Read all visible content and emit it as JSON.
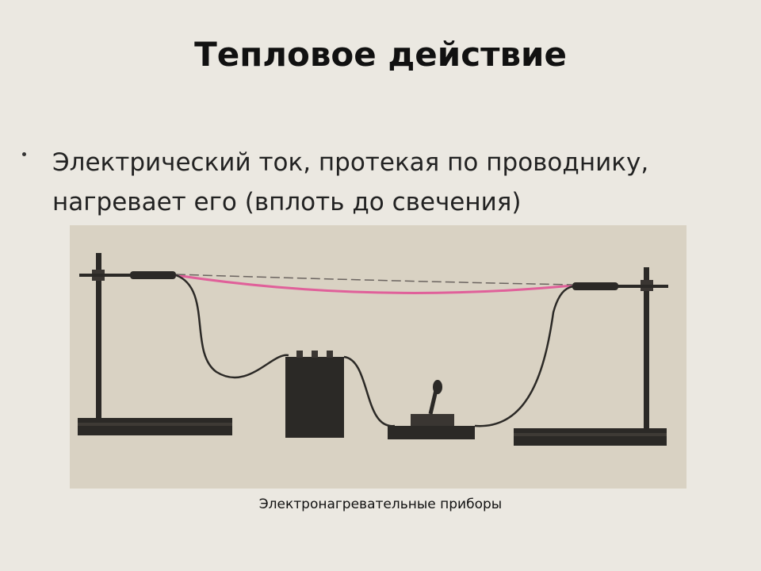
{
  "slide": {
    "title": "Тепловое действие",
    "bullets": [
      "Электрический ток, протекая по проводнику, нагревает его (вплоть до свечения)"
    ]
  },
  "figure": {
    "caption": "Электронагревательные приборы",
    "components": [
      "left-stand",
      "right-stand",
      "heated-wire",
      "battery",
      "switch",
      "connecting-wires"
    ],
    "colors": {
      "paper": "#d9d2c3",
      "ink": "#2b2926",
      "heated_wire": "#e0609a"
    }
  }
}
